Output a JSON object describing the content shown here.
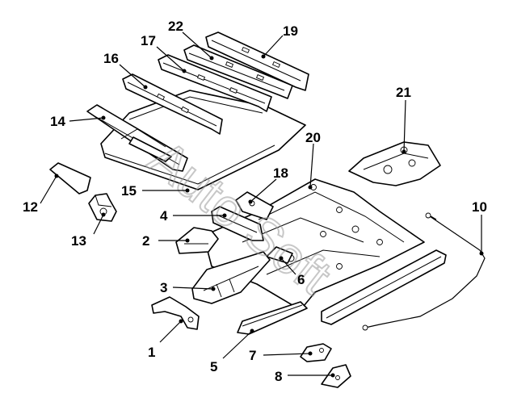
{
  "watermark": "Auto Soft",
  "callouts": [
    {
      "id": "c1",
      "text": "1"
    },
    {
      "id": "c2",
      "text": "2"
    },
    {
      "id": "c3",
      "text": "3"
    },
    {
      "id": "c4",
      "text": "4"
    },
    {
      "id": "c5",
      "text": "5"
    },
    {
      "id": "c6",
      "text": "6"
    },
    {
      "id": "c7",
      "text": "7"
    },
    {
      "id": "c8",
      "text": "8"
    },
    {
      "id": "c10",
      "text": "10"
    },
    {
      "id": "c12",
      "text": "12"
    },
    {
      "id": "c13",
      "text": "13"
    },
    {
      "id": "c14",
      "text": "14"
    },
    {
      "id": "c15",
      "text": "15"
    },
    {
      "id": "c16",
      "text": "16"
    },
    {
      "id": "c17",
      "text": "17"
    },
    {
      "id": "c18",
      "text": "18"
    },
    {
      "id": "c19",
      "text": "19"
    },
    {
      "id": "c20",
      "text": "20"
    },
    {
      "id": "c21",
      "text": "21"
    },
    {
      "id": "c22",
      "text": "22"
    }
  ]
}
